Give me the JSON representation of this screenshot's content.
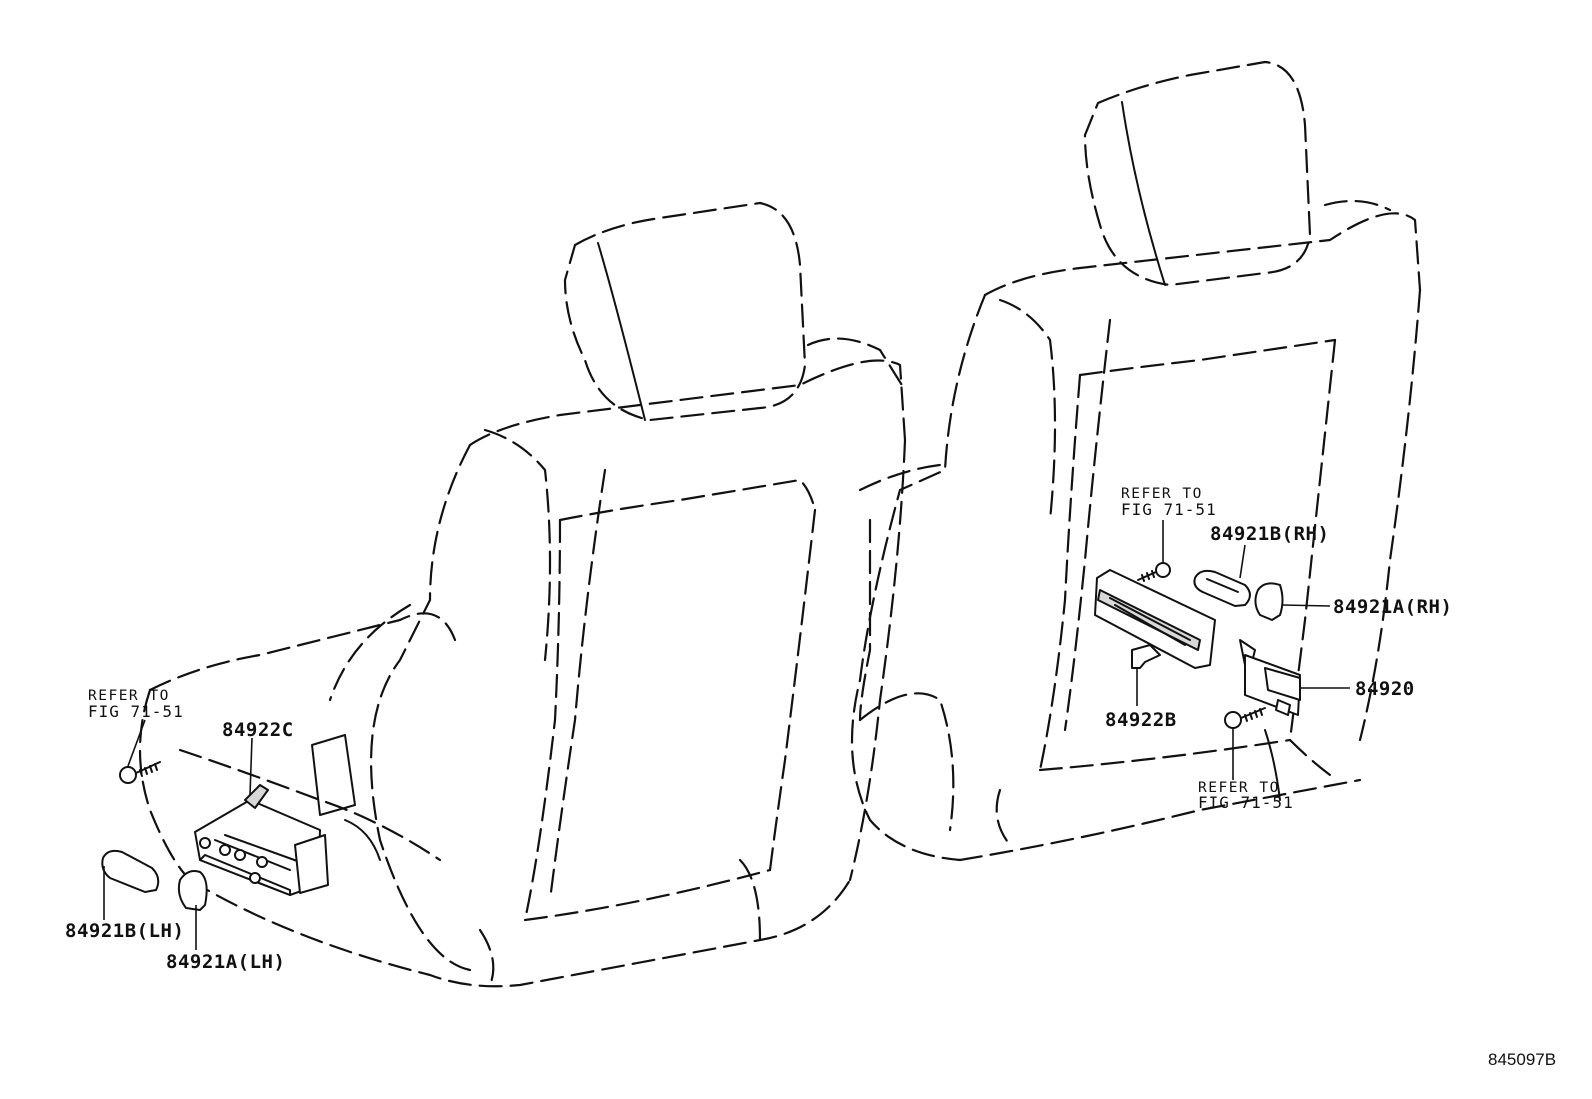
{
  "parts": {
    "p84921b_rh": "84921B(RH)",
    "p84921a_rh": "84921A(RH)",
    "p84920": "84920",
    "p84922b": "84922B",
    "p84922c": "84922C",
    "p84921b_lh": "84921B(LH)",
    "p84921a_lh": "84921A(LH)"
  },
  "references": {
    "refer_to": "REFER TO",
    "fig": "FIG 71-51"
  },
  "diagram_code": "845097B"
}
